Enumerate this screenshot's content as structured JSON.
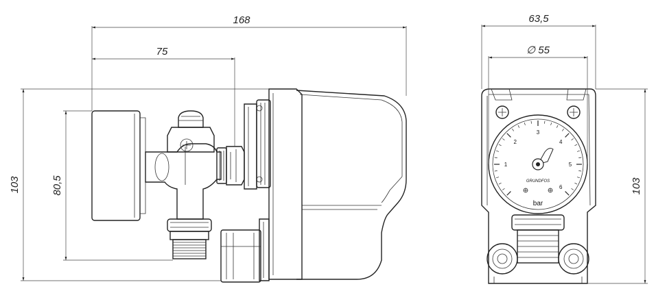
{
  "dimensions": {
    "overall_length": "168",
    "gauge_offset": "75",
    "overall_height_side": "103",
    "inlet_height": "80,5",
    "width_front": "63,5",
    "gauge_diameter": "∅ 55",
    "overall_height_front": "103"
  },
  "gauge": {
    "scale": [
      "1",
      "2",
      "3",
      "4",
      "5",
      "6"
    ],
    "unit": "bar",
    "brand": "GRUNDFOS"
  }
}
